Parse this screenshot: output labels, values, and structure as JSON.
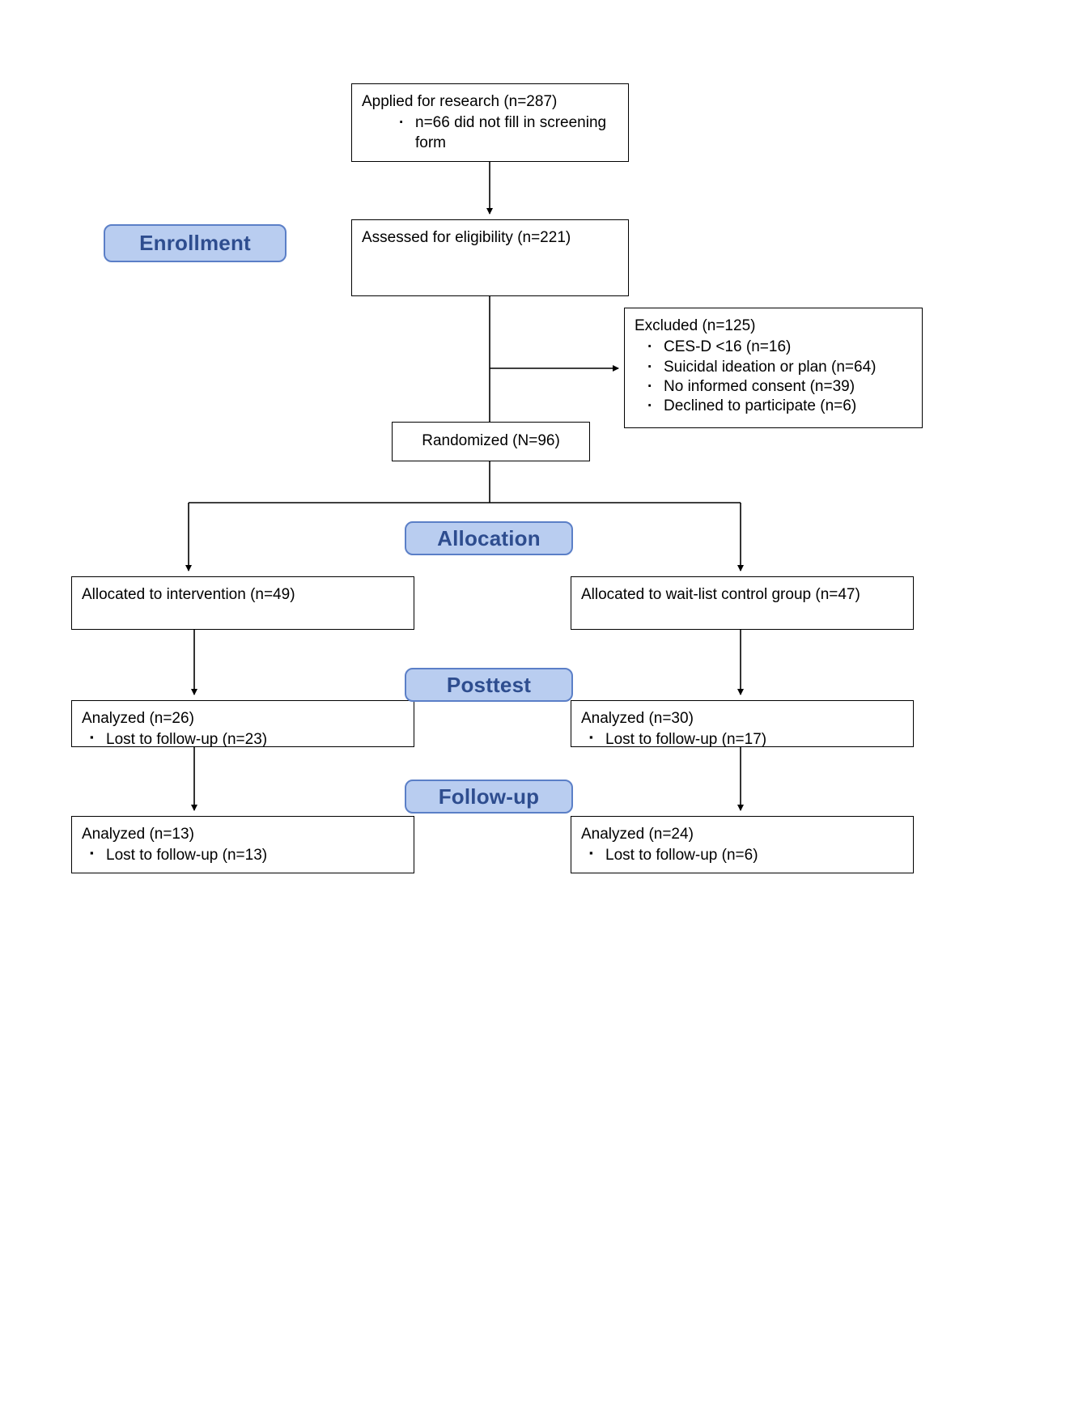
{
  "colors": {
    "stage_fill": "#b9cdf0",
    "stage_border": "#5b7fc7",
    "stage_text": "#2e4d8f",
    "box_border": "#000000",
    "box_text": "#000000",
    "background": "#ffffff"
  },
  "stages": {
    "enrollment": {
      "label": "Enrollment"
    },
    "allocation": {
      "label": "Allocation"
    },
    "posttest": {
      "label": "Posttest"
    },
    "followup": {
      "label": "Follow-up"
    }
  },
  "boxes": {
    "applied": {
      "title": "Applied for research (n=287)",
      "bullets": [
        "n=66 did not fill in screening form"
      ]
    },
    "assessed": {
      "title": "Assessed for eligibility (n=221)"
    },
    "excluded": {
      "title": "Excluded (n=125)",
      "bullets": [
        "CES-D <16 (n=16)",
        "Suicidal ideation or plan (n=64)",
        "No informed consent (n=39)",
        "Declined to participate (n=6)"
      ]
    },
    "randomized": {
      "title": "Randomized (N=96)"
    },
    "alloc_intervention": {
      "title": "Allocated to intervention (n=49)"
    },
    "alloc_control": {
      "title": "Allocated to wait-list control group (n=47)"
    },
    "posttest_intervention": {
      "title": "Analyzed (n=26)",
      "bullets": [
        "Lost to follow-up (n=23)"
      ]
    },
    "posttest_control": {
      "title": "Analyzed (n=30)",
      "bullets": [
        "Lost to follow-up (n=17)"
      ]
    },
    "followup_intervention": {
      "title": "Analyzed (n=13)",
      "bullets": [
        "Lost to follow-up (n=13)"
      ]
    },
    "followup_control": {
      "title": "Analyzed (n=24)",
      "bullets": [
        "Lost to follow-up (n=6)"
      ]
    }
  }
}
